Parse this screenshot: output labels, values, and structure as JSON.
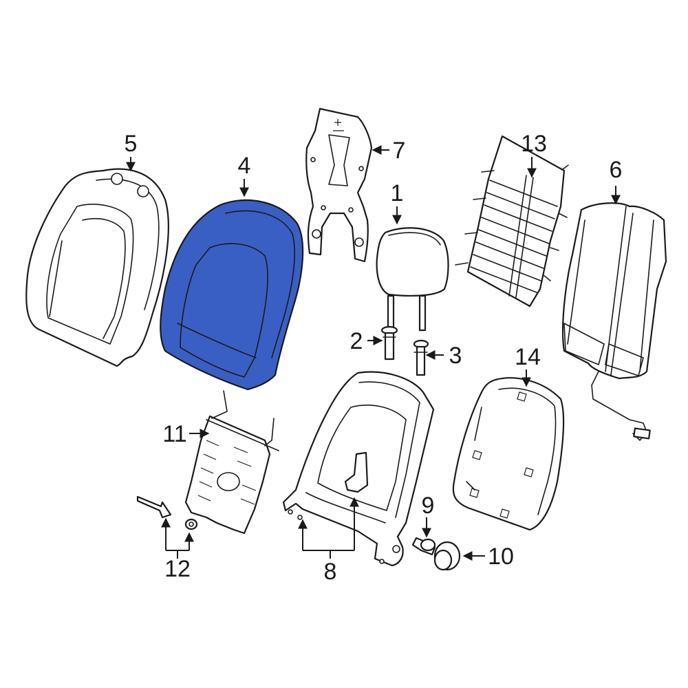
{
  "highlight_color": "#3a5fc4",
  "callouts": {
    "c1": "1",
    "c2": "2",
    "c3": "3",
    "c4": "4",
    "c5": "5",
    "c6": "6",
    "c7": "7",
    "c8": "8",
    "c9": "9",
    "c10": "10",
    "c11": "11",
    "c12": "12",
    "c13": "13",
    "c14": "14"
  }
}
